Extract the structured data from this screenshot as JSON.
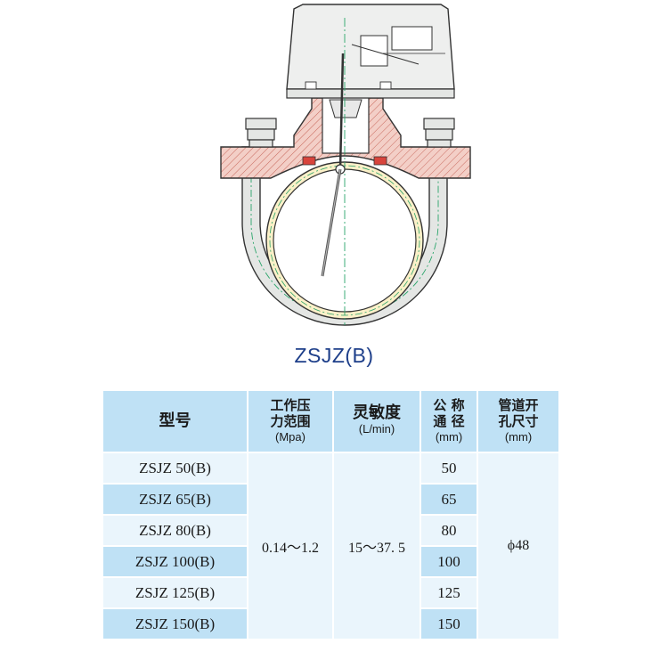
{
  "figure": {
    "caption": "ZSJZ(B)"
  },
  "spec_table": {
    "headers": {
      "model": "型号",
      "pressure_l1": "工作压",
      "pressure_l2": "力范围",
      "pressure_unit": "(Mpa)",
      "sensitivity": "灵敏度",
      "sensitivity_unit": "(L/min)",
      "dn_l1": "公 称",
      "dn_l2": "通 径",
      "dn_unit": "(mm)",
      "hole_l1": "管道开",
      "hole_l2": "孔尺寸",
      "hole_unit": "(mm)"
    },
    "rows": [
      {
        "model": "ZSJZ 50(B)",
        "dn": "50"
      },
      {
        "model": "ZSJZ 65(B)",
        "dn": "65"
      },
      {
        "model": "ZSJZ 80(B)",
        "dn": "80"
      },
      {
        "model": "ZSJZ 100(B)",
        "dn": "100"
      },
      {
        "model": "ZSJZ 125(B)",
        "dn": "125"
      },
      {
        "model": "ZSJZ 150(B)",
        "dn": "150"
      }
    ],
    "pressure_range": "0.14～1.2",
    "sensitivity": "15～37. 5",
    "hole_size": "ϕ48"
  },
  "colors": {
    "header_bg": "#bfe1f5",
    "row_light": "#eaf5fc",
    "caption": "#1e3f8a",
    "body_fill": "#f2c9c0",
    "pipe_fill": "#fbf0c8",
    "clamp_fill": "#e4e6e4"
  }
}
